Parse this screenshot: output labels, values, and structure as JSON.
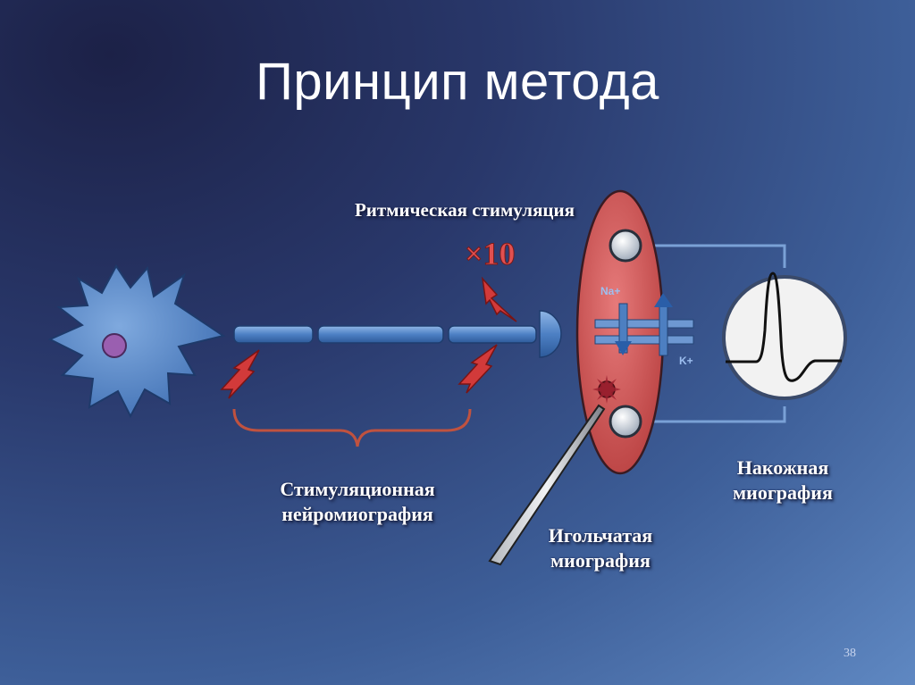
{
  "slide": {
    "title": "Принцип метода",
    "page_number": "38"
  },
  "labels": {
    "rhythmic_stimulation": "Ритмическая стимуляция",
    "multiplier": "×10",
    "stimulation_emg_line1": "Стимуляционная",
    "stimulation_emg_line2": "нейромиография",
    "needle_emg_line1": "Игольчатая",
    "needle_emg_line2": "миография",
    "surface_emg_line1": "Накожная",
    "surface_emg_line2": "миография",
    "na_ion": "Na+",
    "k_ion": "K+"
  },
  "colors": {
    "neuron": "#5b8fd1",
    "muscle": "#d45656",
    "lightning": "#d23a3a",
    "brace": "#c0523f"
  }
}
